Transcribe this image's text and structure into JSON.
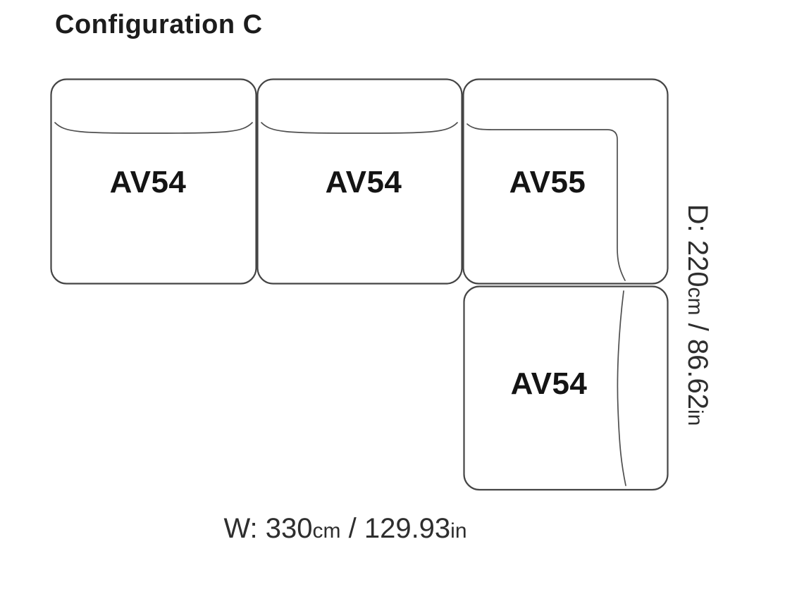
{
  "title": "Configuration C",
  "modules": [
    {
      "label": "AV54",
      "position": "top-left"
    },
    {
      "label": "AV54",
      "position": "top-middle"
    },
    {
      "label": "AV55",
      "position": "top-right-corner"
    },
    {
      "label": "AV54",
      "position": "bottom-right"
    }
  ],
  "dimensions": {
    "width": {
      "prefix": "W: ",
      "cm_value": "330",
      "cm_unit": "cm",
      "separator": " / ",
      "in_value": "129.93",
      "in_unit": "in"
    },
    "depth": {
      "prefix": "D: ",
      "cm_value": "220",
      "cm_unit": "cm",
      "separator": " / ",
      "in_value": "86.62",
      "in_unit": "in"
    }
  },
  "colors": {
    "background": "#ffffff",
    "module_outline": "#454545",
    "seam_line": "#4f4f4f",
    "label_text": "#141414",
    "dimension_text": "#2e2e2e"
  }
}
